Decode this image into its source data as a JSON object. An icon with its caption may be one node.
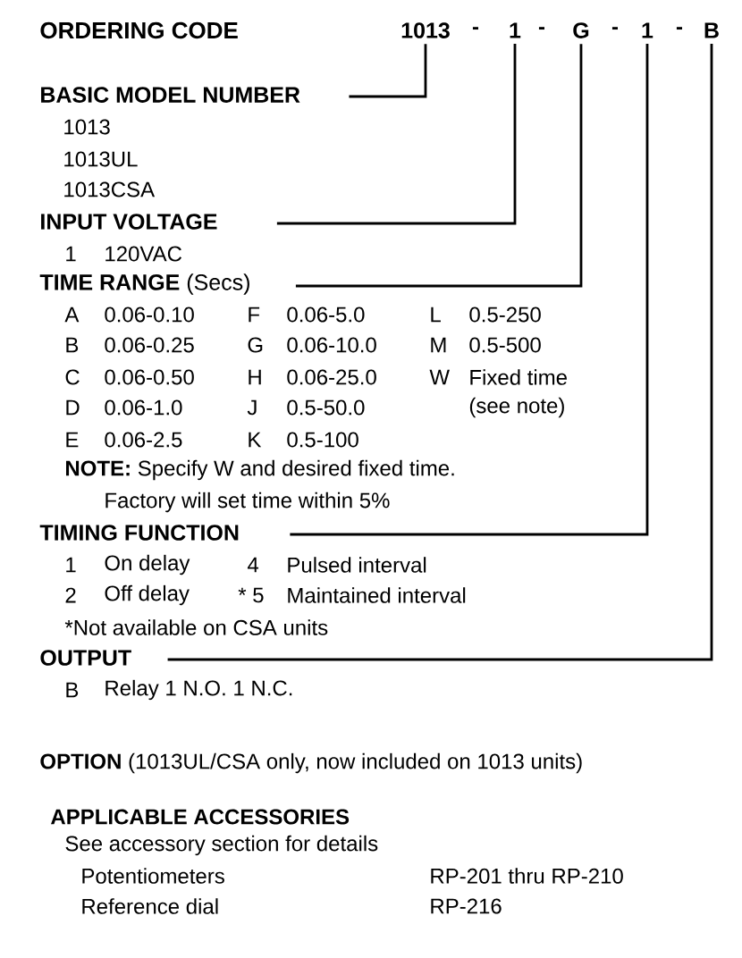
{
  "diagram": {
    "title": "ORDERING CODE",
    "nodes": [
      {
        "text": [
          "1013"
        ]
      },
      {
        "text": [
          "1"
        ]
      },
      {
        "text": [
          "G"
        ]
      },
      {
        "text": [
          "1"
        ]
      },
      {
        "text": [
          "B"
        ]
      },
      {
        "text": [
          "BASIC MODEL NUMBER"
        ]
      },
      {
        "text": [
          "INPUT VOLTAGE"
        ]
      },
      {
        "text": [
          "**TIME RANGE** (Secs)"
        ]
      },
      {
        "text": [
          "TIMING FUNCTION"
        ]
      },
      {
        "text": [
          "OUTPUT"
        ]
      }
    ],
    "edges": [
      {
        "from": 5,
        "to": 0,
        "arrow": "none"
      },
      {
        "from": 6,
        "to": 1,
        "arrow": "none"
      },
      {
        "from": 7,
        "to": 2,
        "arrow": "none"
      },
      {
        "from": 8,
        "to": 3,
        "arrow": "none"
      },
      {
        "from": 9,
        "to": 4,
        "arrow": "none"
      }
    ],
    "labels": [
      "-",
      "-",
      "-",
      "-",
      "1013",
      "1013UL",
      "1013CSA",
      "1",
      "120VAC",
      "A",
      "0.06-0.10",
      "F",
      "0.06-5.0",
      "L",
      "0.5-250",
      "B",
      "0.06-0.25",
      "G",
      "0.06-10.0",
      "M",
      "0.5-500",
      "C",
      "0.06-0.50",
      "H",
      "0.06-25.0",
      "W",
      "Fixed time",
      "D",
      "0.06-1.0",
      "J",
      "0.5-50.0",
      "(see note)",
      "E",
      "0.06-2.5",
      "K",
      "0.5-100",
      "**NOTE:** Specify W and desired fixed time.",
      "Factory will set time within 5%",
      "1",
      "On delay",
      "4",
      "Pulsed interval",
      "2",
      "Off delay",
      "* 5",
      "Maintained interval",
      "*Not available on CSA units",
      "B",
      "Relay 1 N.O. 1 N.C.",
      "**OPTION** (1013UL/CSA only, now included on 1013 units)",
      "APPLICABLE ACCESSORIES",
      "See accessory section for details",
      "Potentiometers",
      "RP-201 thru RP-210",
      "Reference dial",
      "RP-216"
    ]
  }
}
